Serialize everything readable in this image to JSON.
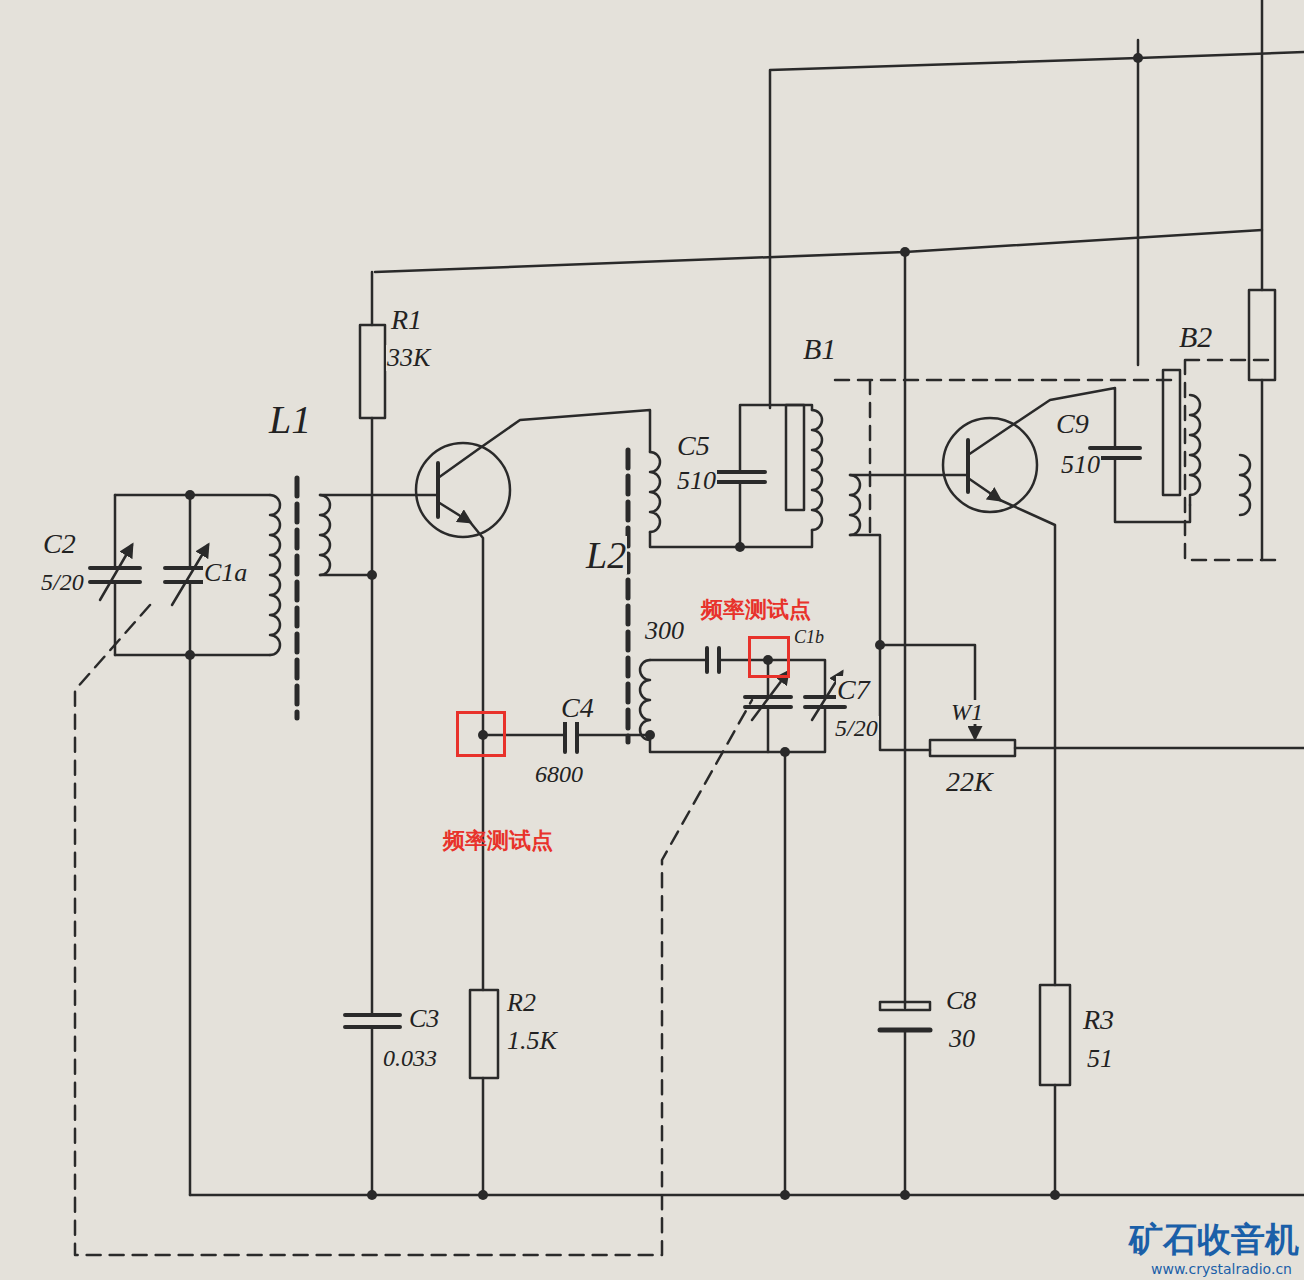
{
  "diagram": {
    "nodes": [
      {
        "text": [
          "频率测试点"
        ]
      },
      {
        "text": [
          "频率测试点"
        ]
      }
    ],
    "labels": [
      "R1",
      "33K",
      "L1",
      "C2",
      "5/20",
      "C1a",
      "C3",
      "0.033",
      "R2",
      "1.5K",
      "C4",
      "6800",
      "L2",
      "C5",
      "510",
      "B1",
      "300",
      "C1b",
      "C7",
      "5/20",
      "W1",
      "22K",
      "C8",
      "30",
      "R3",
      "51",
      "C9",
      "510",
      "B2",
      "矿石收音机",
      "www.crystalradio.cn"
    ]
  }
}
